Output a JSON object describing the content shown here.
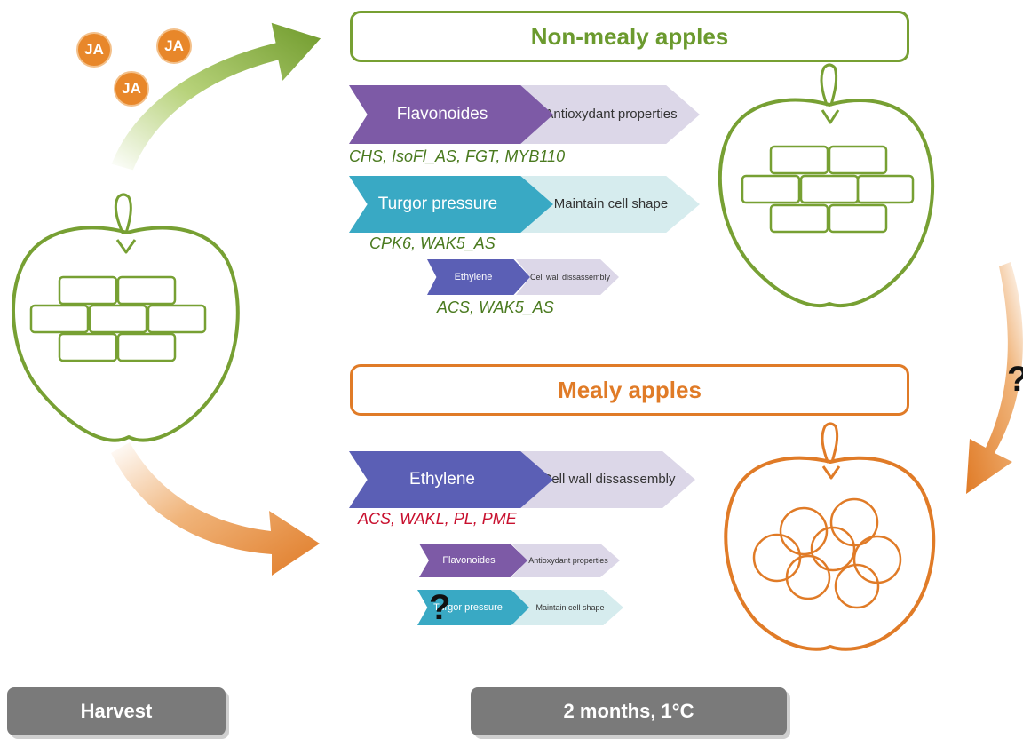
{
  "ja_label": "JA",
  "banners": {
    "top": "Non-mealy apples",
    "bottom": "Mealy apples"
  },
  "non_mealy": {
    "flavonoides": {
      "process": "Flavonoides",
      "effect": "Antioxydant properties",
      "genes": "CHS, IsoFl_AS, FGT, MYB110"
    },
    "turgor": {
      "process": "Turgor pressure",
      "effect": "Maintain cell shape",
      "genes": "CPK6, WAK5_AS"
    },
    "ethylene": {
      "process": "Ethylene",
      "effect": "Cell wall dissassembly",
      "genes": "ACS, WAK5_AS"
    }
  },
  "mealy": {
    "ethylene": {
      "process": "Ethylene",
      "effect": "Cell wall dissassembly",
      "genes": "ACS, WAKL, PL, PME"
    },
    "flavonoides": {
      "process": "Flavonoides",
      "effect": "Antioxydant properties"
    },
    "turgor": {
      "process": "Turgor pressure",
      "effect": "Maintain cell shape",
      "question": "?"
    }
  },
  "right_question": "?",
  "timeline": {
    "harvest": "Harvest",
    "storage": "2 months, 1°C"
  },
  "colors": {
    "green": "#77a033",
    "orange": "#e07b27",
    "purple": "#7d5aa6",
    "teal": "#39a9c4",
    "indigo": "#5b5fb5",
    "lavender": "#dcd7e8",
    "lightblue": "#d6ecee",
    "gray": "#7a7a7a",
    "gene_green": "#4a7a1f",
    "gene_red": "#c8102e"
  }
}
